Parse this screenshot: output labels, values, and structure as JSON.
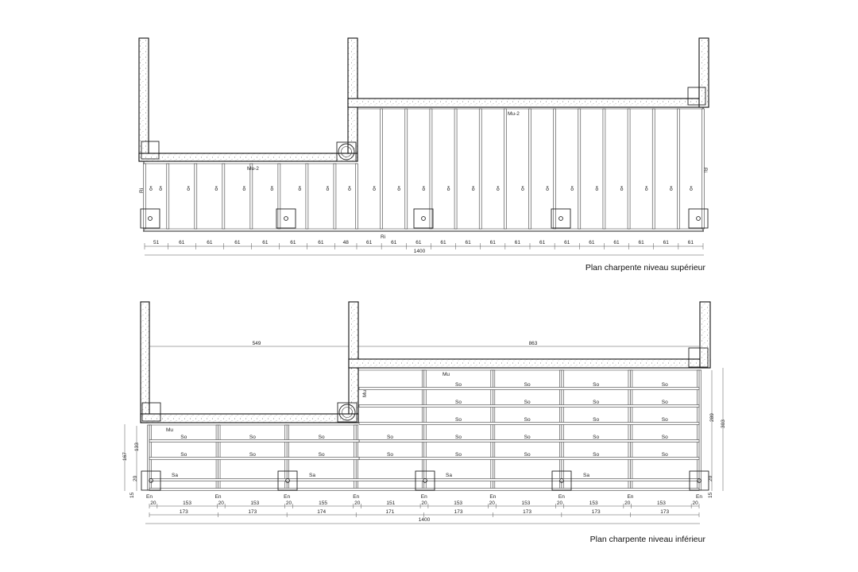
{
  "upper_plan": {
    "caption": "Plan charpente niveau supérieur",
    "wall_label_left": "Mu-2",
    "wall_label_right": "Mu-2",
    "rim_label_left": "Ri",
    "rim_label_right": "Ri",
    "rim_label_bottom": "Ri",
    "joist_mark": "δ",
    "spacings": [
      "51",
      "61",
      "61",
      "61",
      "61",
      "61",
      "61",
      "48",
      "61",
      "61",
      "61",
      "61",
      "61",
      "61",
      "61",
      "61",
      "61",
      "61",
      "61",
      "61",
      "61",
      "61"
    ],
    "total": "1400"
  },
  "lower_plan": {
    "caption": "Plan charpente niveau inférieur",
    "top_dim_left": "549",
    "top_dim_right": "863",
    "wall_label_right": "Mu",
    "wall_label_left": "Mu",
    "wall_label_vertical": "Mu",
    "joist_label": "So",
    "sill_label": "Sa",
    "end_label": "En",
    "sub_dims": [
      "20",
      "153",
      "20",
      "153",
      "20",
      "155",
      "20",
      "151",
      "20",
      "153",
      "20",
      "153",
      "20",
      "153",
      "20",
      "153",
      "20"
    ],
    "bay_dims": [
      "173",
      "173",
      "174",
      "171",
      "173",
      "173",
      "173",
      "173"
    ],
    "total": "1400",
    "left_dims": [
      "167",
      "133",
      "20",
      "15"
    ],
    "right_dims": [
      "303",
      "289",
      "20",
      "15"
    ]
  }
}
